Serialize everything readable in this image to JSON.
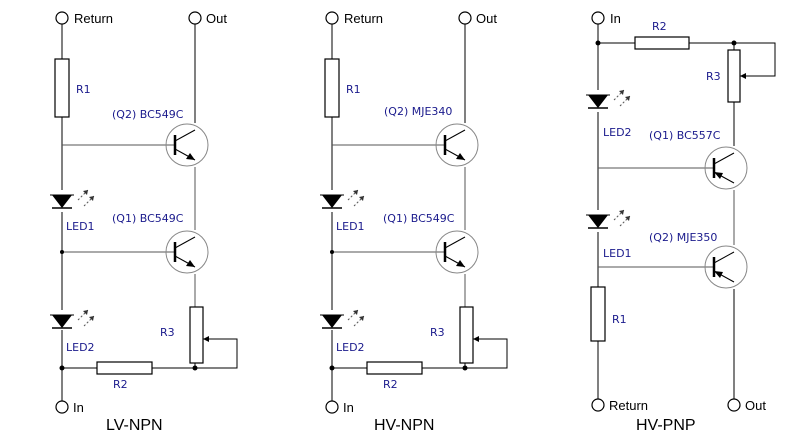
{
  "circuits": [
    {
      "title": "LV-NPN",
      "terminals": {
        "top_left": "Return",
        "top_right": "Out",
        "bottom": "In"
      },
      "components": {
        "R1": "R1",
        "R2": "R2",
        "R3": "R3",
        "LED1": "LED1",
        "LED2": "LED2",
        "Q_top": "(Q2) BC549C",
        "Q_bottom": "(Q1) BC549C"
      }
    },
    {
      "title": "HV-NPN",
      "terminals": {
        "top_left": "Return",
        "top_right": "Out",
        "bottom": "In"
      },
      "components": {
        "R1": "R1",
        "R2": "R2",
        "R3": "R3",
        "LED1": "LED1",
        "LED2": "LED2",
        "Q_top": "(Q2) MJE340",
        "Q_bottom": "(Q1) BC549C"
      }
    },
    {
      "title": "HV-PNP",
      "terminals": {
        "top": "In",
        "bottom_left": "Return",
        "bottom_right": "Out"
      },
      "components": {
        "R1": "R1",
        "R2": "R2",
        "R3": "R3",
        "LED1": "LED1",
        "LED2": "LED2",
        "Q_top": "(Q1) BC557C",
        "Q_bottom": "(Q2) MJE350"
      }
    }
  ]
}
